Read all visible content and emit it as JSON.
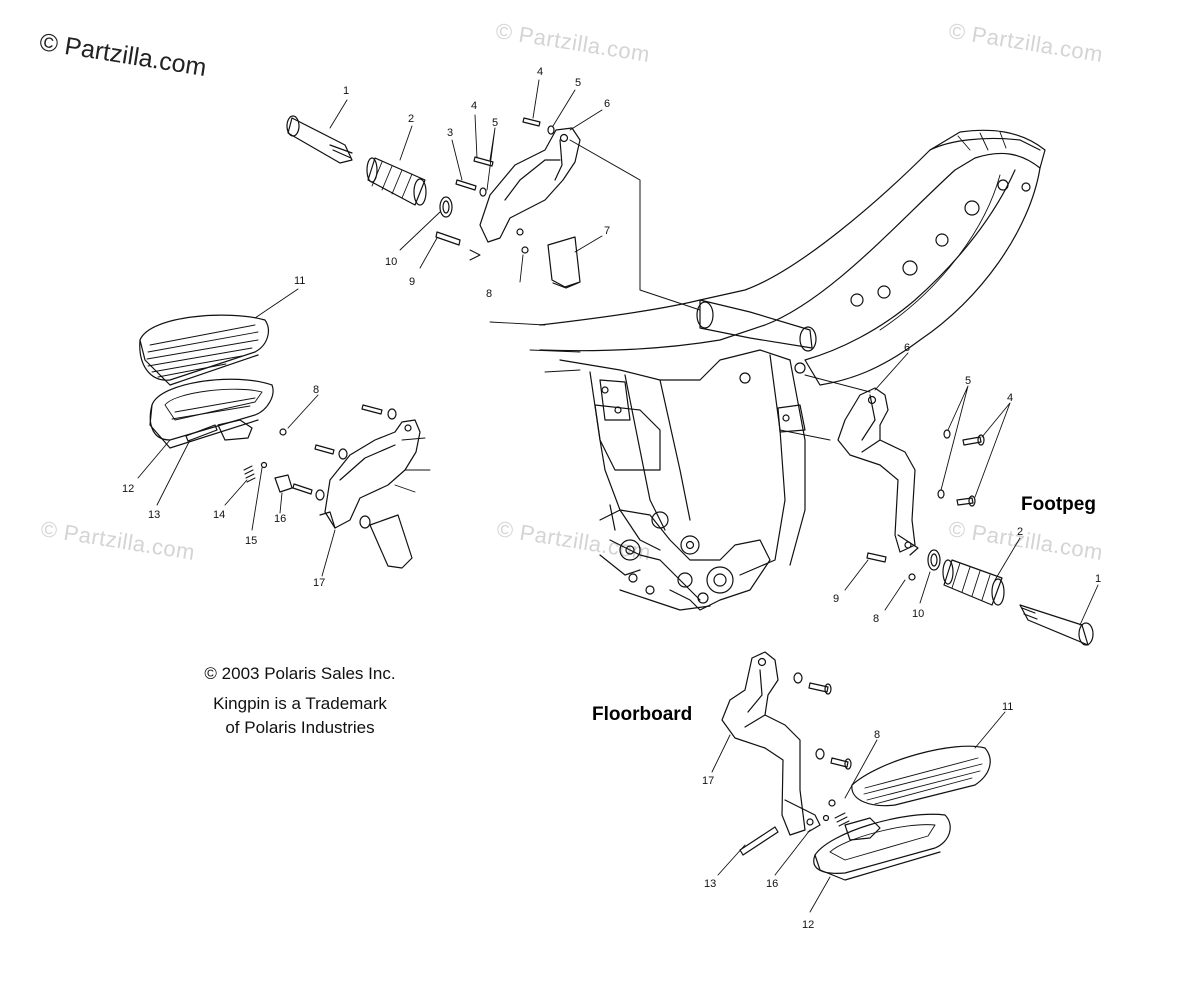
{
  "branding": {
    "site_mark": "© Partzilla.com",
    "watermark": "© Partzilla.com"
  },
  "sections": {
    "footpeg": "Footpeg",
    "floorboard": "Floorboard"
  },
  "legal": {
    "copyright": "© 2003 Polaris Sales Inc.",
    "trademark_1": "Kingpin is a Trademark",
    "trademark_2": "of Polaris Industries"
  },
  "callouts": {
    "c1a": "1",
    "c2a": "2",
    "c3a": "3",
    "c4a": "4",
    "c4b": "4",
    "c5a": "5",
    "c5b": "5",
    "c6a": "6",
    "c7a": "7",
    "c8a": "8",
    "c9a": "9",
    "c10a": "10",
    "c11a": "11",
    "c12a": "12",
    "c13a": "13",
    "c8b": "8",
    "c14a": "14",
    "c15a": "15",
    "c16a": "16",
    "c17a": "17",
    "c6b": "6",
    "c5c": "5",
    "c4c": "4",
    "c2b": "2",
    "c1b": "1",
    "c9b": "9",
    "c8c": "8",
    "c10b": "10",
    "c11b": "11",
    "c8d": "8",
    "c17b": "17",
    "c13b": "13",
    "c16b": "16",
    "c12b": "12"
  }
}
